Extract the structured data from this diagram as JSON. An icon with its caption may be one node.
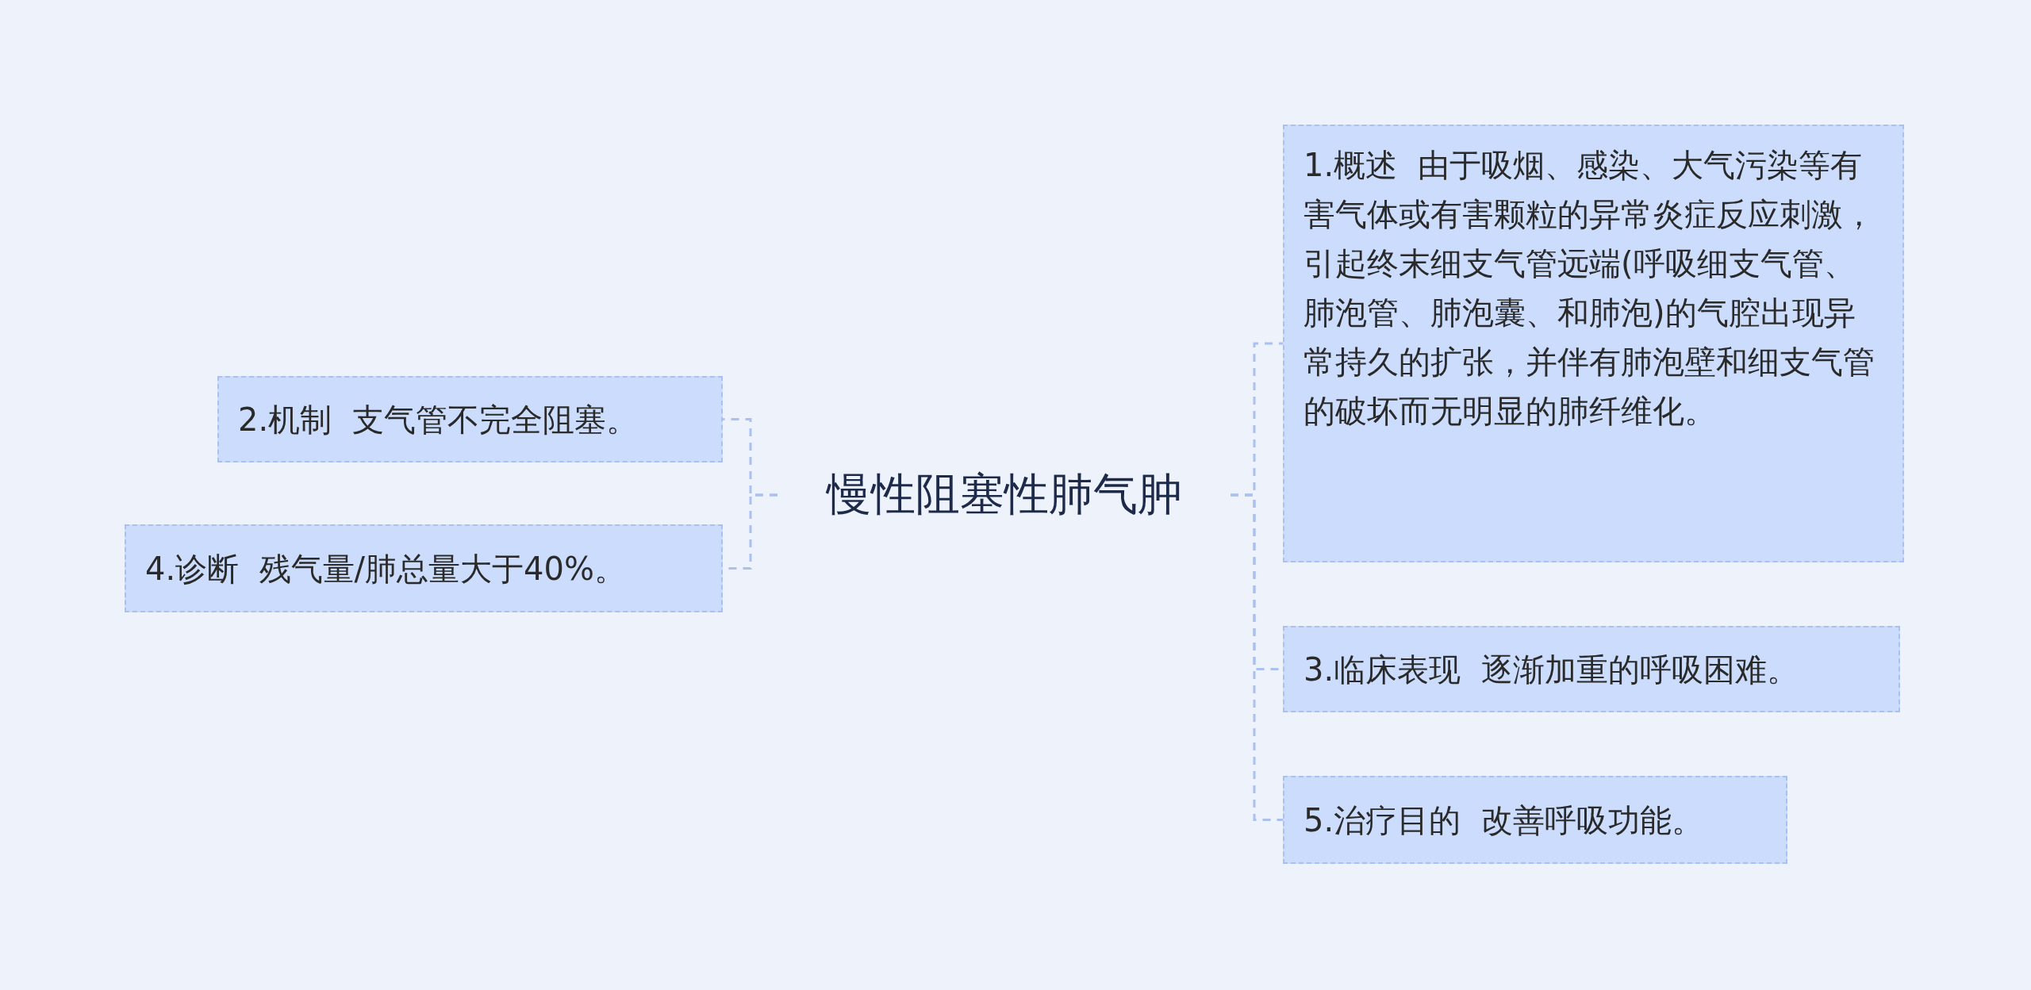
{
  "diagram": {
    "nodes": [
      {
        "text": [
          "慢性阻塞性肺气肿"
        ]
      },
      {
        "text": [
          "2.机制  支气管不完全阻塞。"
        ]
      },
      {
        "text": [
          "4.诊断  残气量/肺总量大于40%。"
        ]
      },
      {
        "text": [
          "1.概述  由于吸烟、感染、大气污染等有害气体或有害颗粒的异常炎症反应刺激，引起终末细支气管远端(呼吸细支气管、肺泡管、肺泡囊、和肺泡)的气腔出现异常持久的扩张，并伴有肺泡壁和细支气管的破坏而无明显的肺纤维化。"
        ]
      },
      {
        "text": [
          "3.临床表现  逐渐加重的呼吸困难。"
        ]
      },
      {
        "text": [
          "5.治疗目的  改善呼吸功能。"
        ]
      }
    ],
    "edges": [
      {
        "from": 0,
        "to": 1,
        "arrow": "none",
        "style": "dashed"
      },
      {
        "from": 0,
        "to": 2,
        "arrow": "none",
        "style": "dashed"
      },
      {
        "from": 0,
        "to": 3,
        "arrow": "none",
        "style": "dashed"
      },
      {
        "from": 0,
        "to": 4,
        "arrow": "none",
        "style": "dashed"
      },
      {
        "from": 0,
        "to": 5,
        "arrow": "none",
        "style": "dashed"
      }
    ]
  }
}
